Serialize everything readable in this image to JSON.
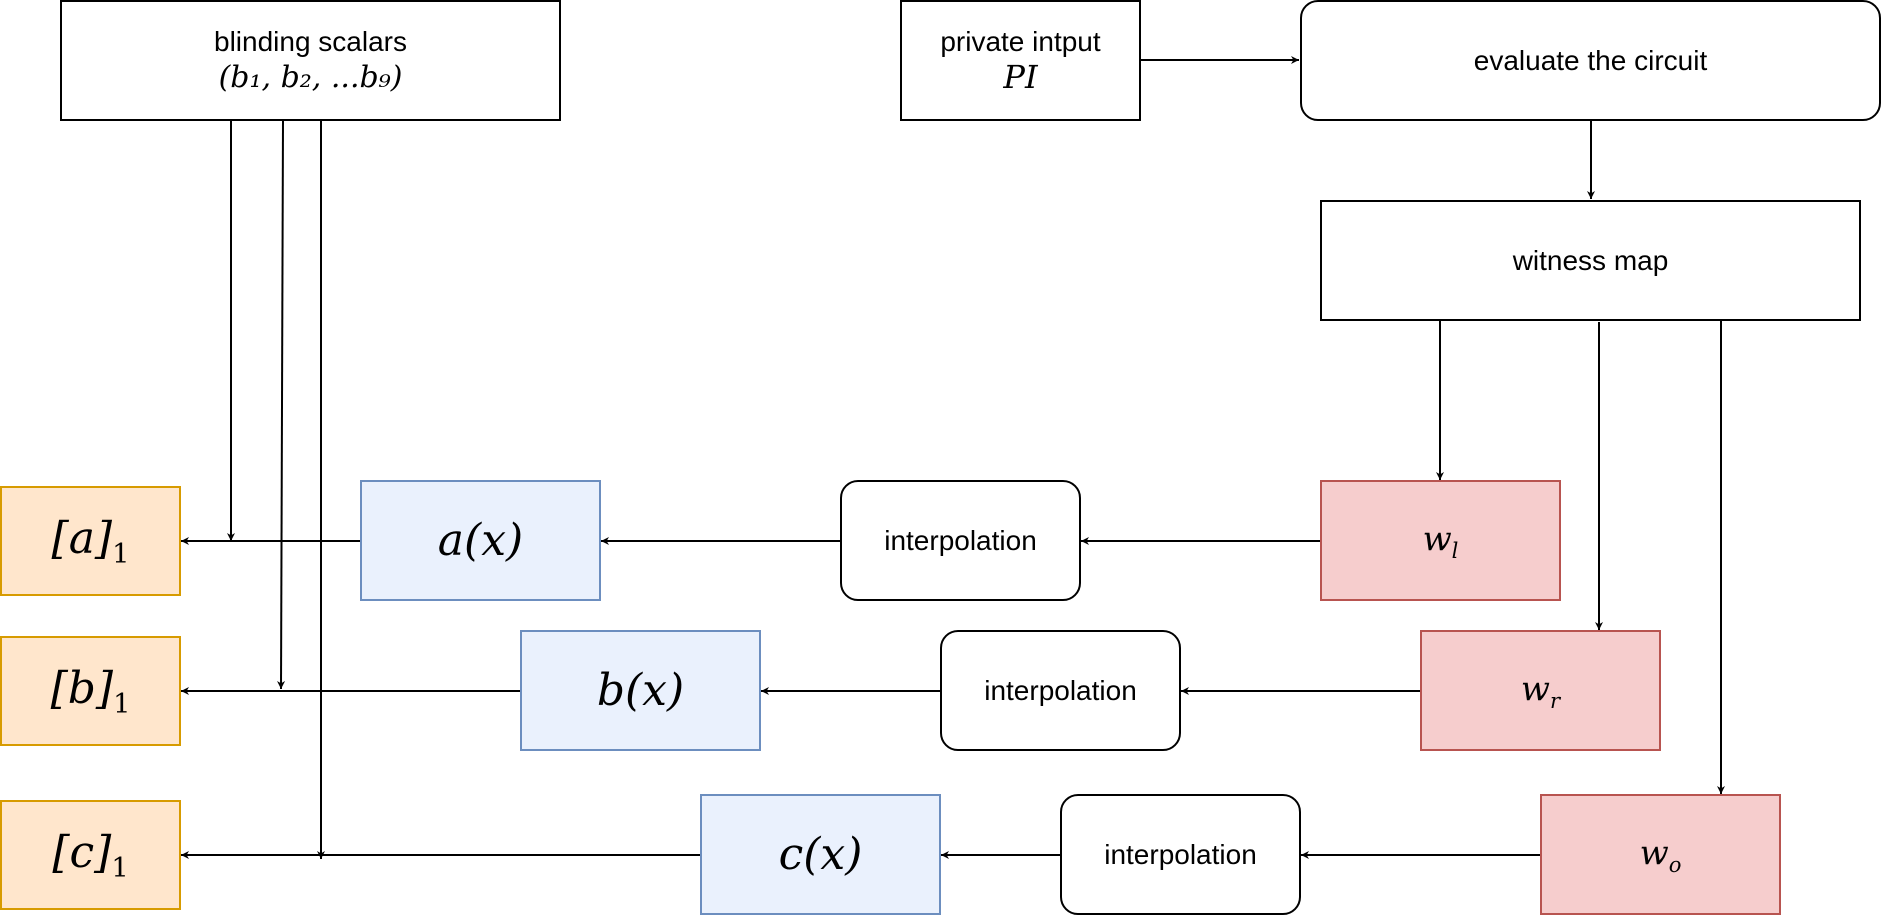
{
  "nodes": {
    "blinding": {
      "label": "blinding scalars",
      "formula": "(b₁, b₂, ...b₉)"
    },
    "private_input": {
      "label": "private intput",
      "formula": "PI"
    },
    "evaluate": {
      "label": "evaluate the circuit"
    },
    "witness_map": {
      "label": "witness map"
    },
    "wl": {
      "base": "w",
      "sub": "l"
    },
    "wr": {
      "base": "w",
      "sub": "r"
    },
    "wo": {
      "base": "w",
      "sub": "o"
    },
    "interp_a": {
      "label": "interpolation"
    },
    "interp_b": {
      "label": "interpolation"
    },
    "interp_c": {
      "label": "interpolation"
    },
    "ax": {
      "label": "a(x)"
    },
    "bx": {
      "label": "b(x)"
    },
    "cx": {
      "label": "c(x)"
    },
    "a1": {
      "base": "[a]",
      "sub": "1"
    },
    "b1": {
      "base": "[b]",
      "sub": "1"
    },
    "c1": {
      "base": "[c]",
      "sub": "1"
    }
  },
  "colors": {
    "commitment_fill": "#ffe6cc",
    "commitment_stroke": "#d79b00",
    "polynomial_fill": "#eaf1fd",
    "polynomial_stroke": "#6c8ebf",
    "witness_fill": "#f6cdcd",
    "witness_stroke": "#b85450"
  }
}
